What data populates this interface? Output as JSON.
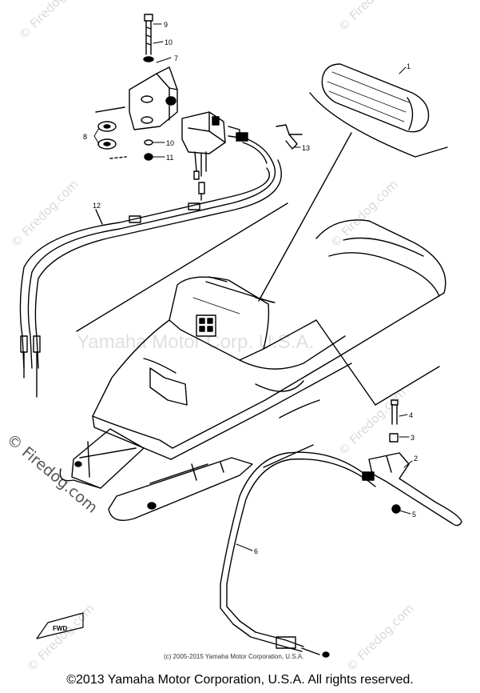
{
  "watermark": {
    "site": "© Firedog.com",
    "center": "Yamaha Motor Corp. U.S.A."
  },
  "callouts": [
    "9",
    "10",
    "7",
    "8",
    "10",
    "11",
    "12",
    "13",
    "1",
    "4",
    "3",
    "2",
    "5",
    "6"
  ],
  "arrow_label": "FWD",
  "credit_small": "(c) 2005-2015 Yamaha Motor Corporation, U.S.A.",
  "footer": "©2013 Yamaha Motor Corporation, U.S.A. All rights reserved."
}
